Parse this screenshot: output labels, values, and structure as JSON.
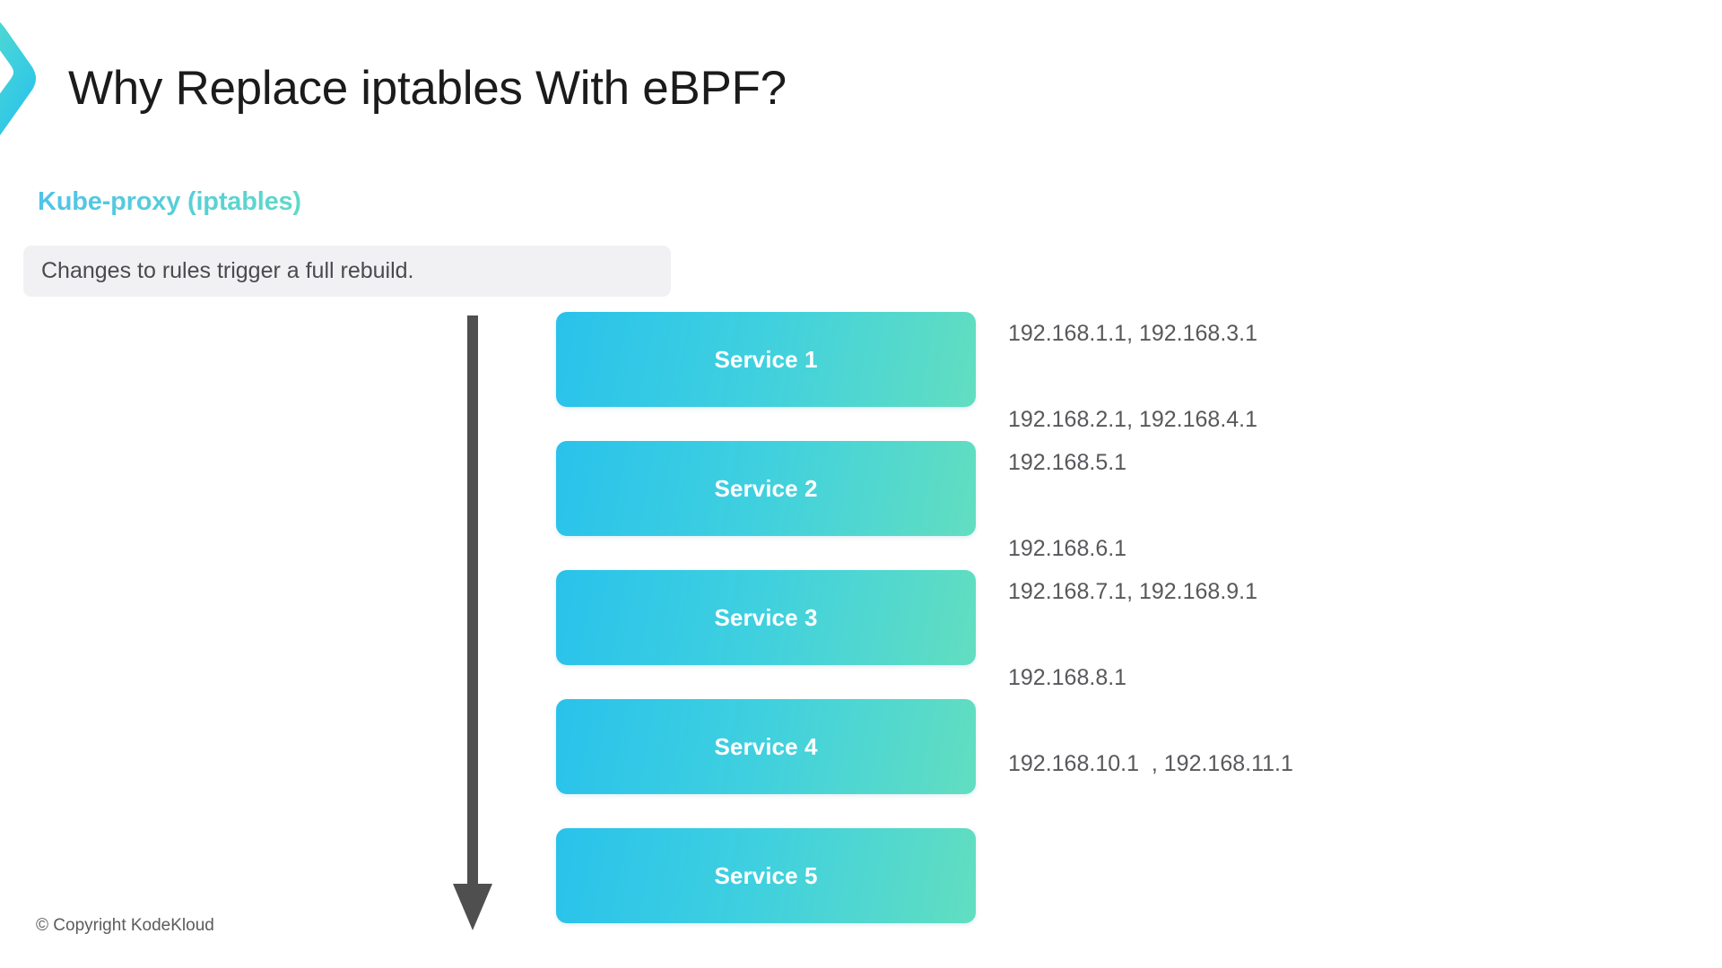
{
  "slide": {
    "title": "Why Replace iptables With eBPF?",
    "brand_icon": "chevron-right-logo",
    "section_heading": "Kube-proxy (iptables)",
    "note": "Changes to rules trigger a full rebuild.",
    "footer": "© Copyright KodeKloud",
    "arrow_icon": "arrow-down-icon"
  },
  "colors": {
    "accent_cyan": "#29C2EB",
    "accent_teal": "#62DEC0",
    "heading_gradient_start": "#4FC3E8",
    "heading_gradient_end": "#5FD9C8",
    "note_background": "#f1f1f3",
    "arrow": "#4f4f4f",
    "title_text": "#1b1b1b",
    "body_text": "#58585c"
  },
  "services": [
    {
      "label": "Service 1",
      "ip_lines": [
        "192.168.1.1, 192.168.3.1",
        "192.168.2.1, 192.168.4.1"
      ]
    },
    {
      "label": "Service 2",
      "ip_lines": [
        "192.168.5.1",
        "192.168.6.1"
      ]
    },
    {
      "label": "Service 3",
      "ip_lines": [
        "192.168.7.1, 192.168.9.1",
        "192.168.8.1"
      ]
    },
    {
      "label": "Service 4",
      "ip_lines": [
        "192.168.10.1  , 192.168.11.1"
      ]
    },
    {
      "label": "Service 5",
      "ip_lines": []
    }
  ]
}
